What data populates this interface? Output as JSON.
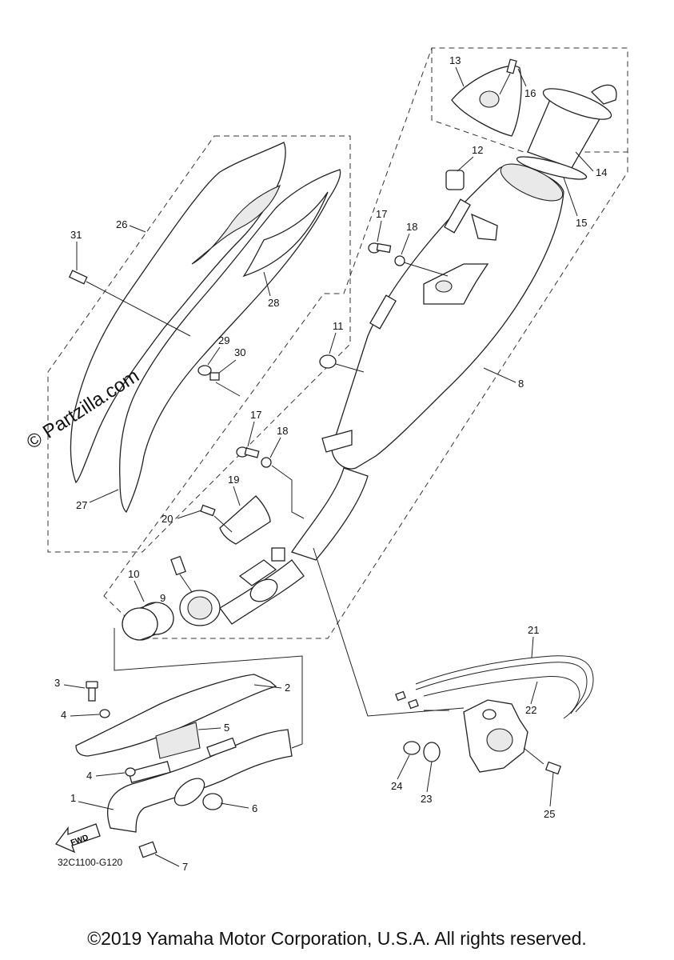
{
  "watermark": "© Partzilla.com",
  "diagram_code": "32C1100-G120",
  "fwd_label": "FWD",
  "footer": "©2019 Yamaha Motor Corporation, U.S.A. All rights reserved.",
  "callouts": [
    "1",
    "2",
    "3",
    "4",
    "4",
    "5",
    "6",
    "7",
    "8",
    "9",
    "10",
    "11",
    "12",
    "13",
    "14",
    "15",
    "16",
    "17",
    "18",
    "17",
    "18",
    "19",
    "20",
    "21",
    "22",
    "23",
    "24",
    "25",
    "26",
    "27",
    "28",
    "29",
    "30",
    "31"
  ]
}
